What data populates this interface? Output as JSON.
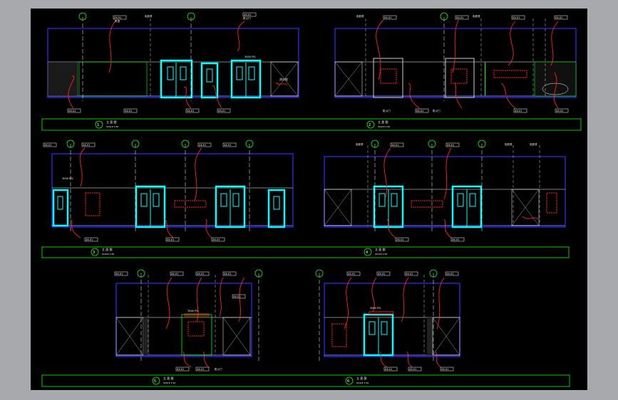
{
  "sheet": {
    "background": "#000000",
    "frame_color": "#a8a9ad"
  },
  "colors": {
    "wall_outline": "#2f2fff",
    "door": "#00ffff",
    "marker": "#ff2020",
    "title_bar": "#00ff00",
    "grid_axis": "#00ff00",
    "dim_line": "#ffffff",
    "floor": "#7070ff"
  },
  "elevations": [
    {
      "id": "elev-1",
      "title": "立 面 图",
      "scale": "SCALE 1:50",
      "index": "1"
    },
    {
      "id": "elev-2",
      "title": "立 面 图",
      "scale": "SCALE 1:50",
      "index": "2"
    },
    {
      "id": "elev-3",
      "title": "立 面 图",
      "scale": "SCALE 1:50",
      "index": "3"
    },
    {
      "id": "elev-4",
      "title": "立 面 图",
      "scale": "SCALE 1:50",
      "index": "4"
    },
    {
      "id": "elev-5",
      "title": "立 面 图",
      "scale": "SCALE 1:50",
      "index": "5"
    },
    {
      "id": "elev-6",
      "title": "立 面 图",
      "scale": "SCALE 1:50",
      "index": "6"
    }
  ],
  "labels": {
    "ceiling": "吊顶",
    "finish": "乳胶漆",
    "door_note": "防火门",
    "floor_note": "地砖",
    "height_note": "3000 FFL",
    "fire_hydrant": "消火栓",
    "tag": "XX-01"
  }
}
